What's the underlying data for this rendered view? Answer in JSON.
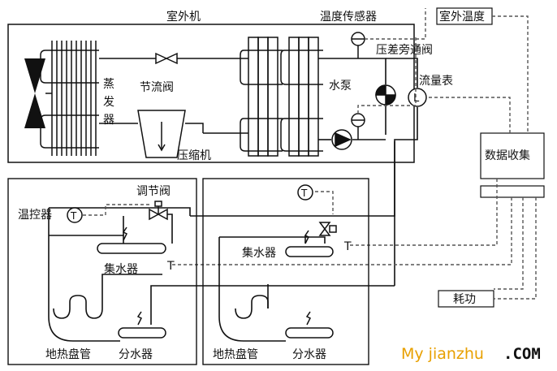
{
  "labels": {
    "outdoor_unit": "室外机",
    "temp_sensor": "温度传感器",
    "outdoor_temp": "室外温度",
    "bypass_valve": "压差旁通阀",
    "flow_meter": "流量表",
    "evaporator_1": "蒸",
    "evaporator_2": "发",
    "evaporator_3": "器",
    "throttle_valve": "节流阀",
    "water_pump": "水泵",
    "compressor": "压缩机",
    "data_collection": "数据收集",
    "thermostat": "温控器",
    "regulating_valve": "调节阀",
    "collector_left": "集水器",
    "collector_right": "集水器",
    "floor_pipe_left": "地热盘管",
    "distributor_left": "分水器",
    "floor_pipe_right": "地热盘管",
    "distributor_right": "分水器",
    "power_consumption": "耗功",
    "t_sensor_symbol": "T",
    "flow_symbol": "L"
  },
  "watermark": {
    "part1": "My jianzhu",
    "part2": ".COM"
  },
  "colors": {
    "line": "#111111",
    "dashed": "#555555",
    "watermark": "#e8a000",
    "watermark_com": "#111111"
  }
}
